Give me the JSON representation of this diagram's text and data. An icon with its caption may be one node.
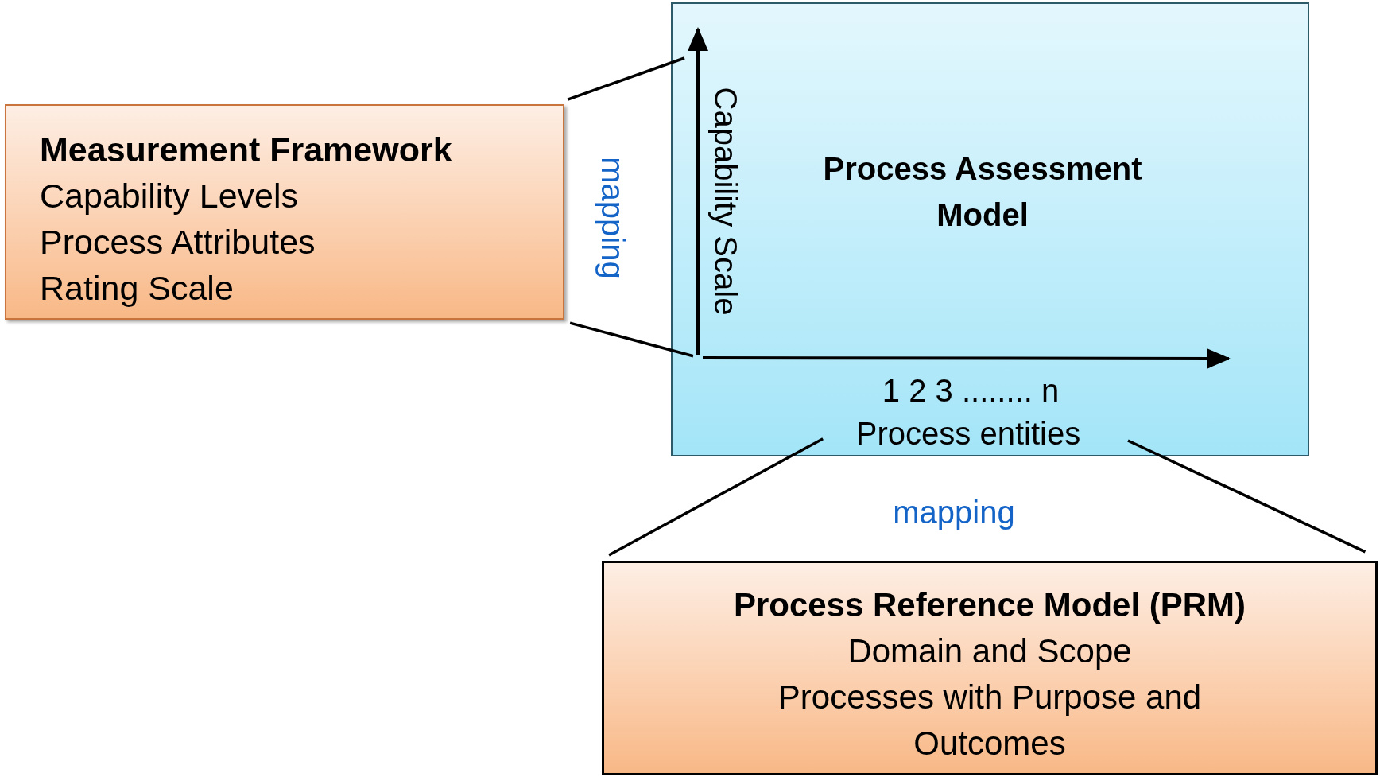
{
  "diagram": {
    "nodes": [
      {
        "text": [
          "Measurement Framework",
          "Capability Levels",
          "Process Attributes",
          "Rating Scale"
        ]
      },
      {
        "text": [
          "Process Assessment Model",
          "1 2 3 ........ n",
          "Process entities"
        ]
      },
      {
        "text": [
          "Process Reference Model (PRM)",
          "Domain and Scope",
          "Processes with Purpose and Outcomes"
        ]
      }
    ],
    "edges": [
      {
        "from": 0,
        "to": 1,
        "arrow": "none"
      },
      {
        "from": 0,
        "to": 1,
        "arrow": "none"
      },
      {
        "from": 2,
        "to": 1,
        "arrow": "none"
      },
      {
        "from": 2,
        "to": 1,
        "arrow": "none"
      }
    ],
    "labels": [
      "mapping",
      "Capability Scale",
      "mapping"
    ]
  }
}
